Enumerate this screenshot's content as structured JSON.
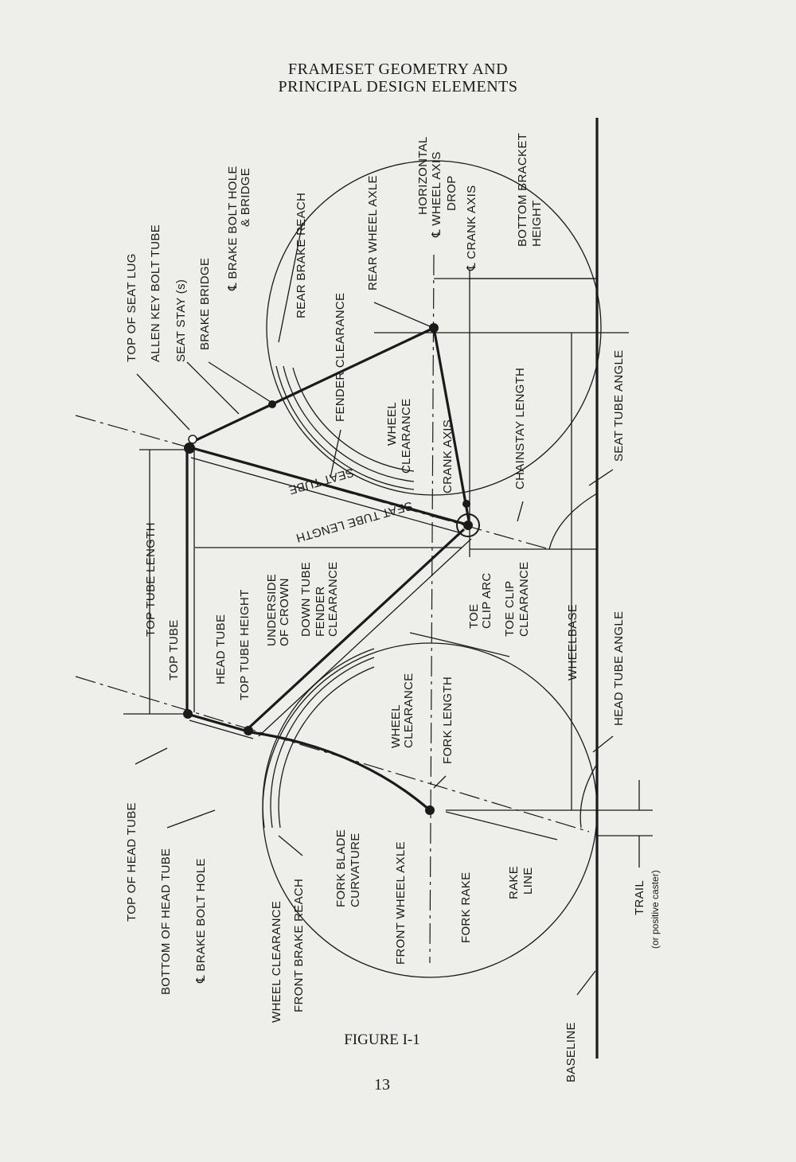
{
  "title": {
    "line1": "FRAMESET GEOMETRY AND",
    "line2": "PRINCIPAL DESIGN ELEMENTS"
  },
  "figure_caption": "FIGURE I-1",
  "page_number": "13",
  "labels": {
    "top_of_seat_lug": "TOP OF SEAT LUG",
    "allen_key_bolt_tube": "ALLEN KEY BOLT TUBE",
    "seat_stays": "SEAT STAY (s)",
    "brake_bridge": "BRAKE BRIDGE",
    "brake_bolt_hole_bridge_1": "℄ BRAKE BOLT HOLE",
    "brake_bolt_hole_bridge_2": "& BRIDGE",
    "rear_brake_reach": "REAR BRAKE REACH",
    "fender_clearance_rear": "FENDER CLEARANCE",
    "rear_wheel_axle": "REAR WHEEL AXLE",
    "horizontal_wheel_axis_1": "HORIZONTAL",
    "horizontal_wheel_axis_2": "℄ WHEEL AXIS",
    "drop": "DROP",
    "crank_axis_top": "℄ CRANK AXIS",
    "bottom_bracket_height_1": "BOTTOM BRACKET",
    "bottom_bracket_height_2": "HEIGHT",
    "wheel_clearance_rear_1": "WHEEL",
    "wheel_clearance_rear_2": "CLEARANCE",
    "crank_axis": "CRANK AXIS",
    "chainstay_length": "CHAINSTAY LENGTH",
    "seat_tube_angle": "SEAT TUBE ANGLE",
    "seat_tube": "SEAT TUBE",
    "seat_tube_length": "SEAT TUBE LENGTH",
    "top_tube_length": "TOP TUBE LENGTH",
    "top_tube": "TOP TUBE",
    "head_tube": "HEAD TUBE",
    "top_tube_height": "TOP TUBE HEIGHT",
    "underside_of_crown_1": "UNDERSIDE",
    "underside_of_crown_2": "OF CROWN",
    "down_tube": "DOWN TUBE",
    "fender_clearance_front_1": "FENDER",
    "fender_clearance_front_2": "CLEARANCE",
    "toe_clip_arc_1": "TOE",
    "toe_clip_arc_2": "CLIP ARC",
    "toe_clip_clearance_1": "TOE CLIP",
    "toe_clip_clearance_2": "CLEARANCE",
    "wheelbase": "WHEELBASE",
    "head_tube_angle": "HEAD TUBE ANGLE",
    "wheel_clearance_front_1": "WHEEL",
    "wheel_clearance_front_2": "CLEARANCE",
    "fork_length": "FORK LENGTH",
    "top_of_head_tube": "TOP OF HEAD TUBE",
    "bottom_of_head_tube": "BOTTOM OF HEAD TUBE",
    "brake_bolt_hole": "℄ BRAKE BOLT HOLE",
    "wheel_clearance_lower": "WHEEL CLEARANCE",
    "front_brake_reach": "FRONT BRAKE REACH",
    "fork_blade_curvature_1": "FORK BLADE",
    "fork_blade_curvature_2": "CURVATURE",
    "front_wheel_axle": "FRONT WHEEL AXLE",
    "fork_rake": "FORK RAKE",
    "rake_line_1": "RAKE",
    "rake_line_2": "LINE",
    "trail": "TRAIL",
    "trail_note": "(or positive caster)",
    "baseline": "BASELINE"
  }
}
